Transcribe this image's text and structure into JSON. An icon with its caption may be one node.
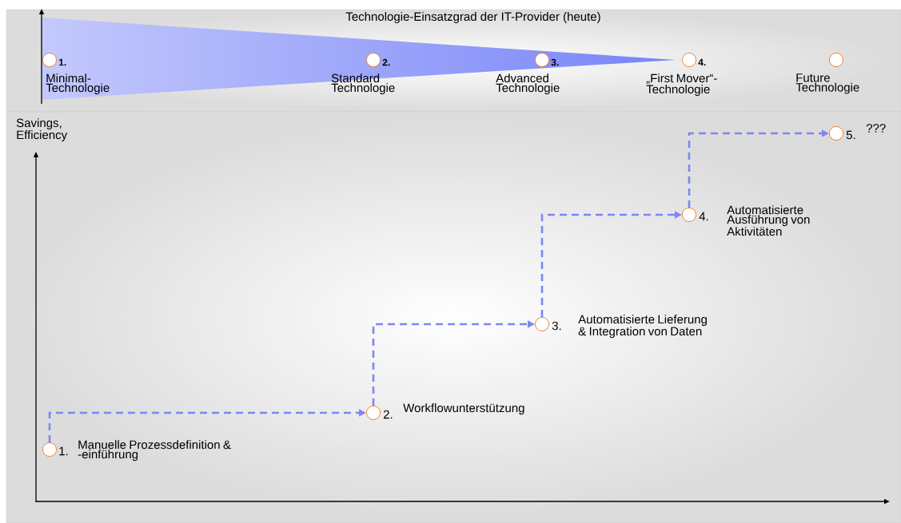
{
  "diagram": {
    "nodes": [
      {
        "text": [],
        "shape": "circle",
        "beside": [
          "1.",
          "Minimal- Technologie"
        ]
      },
      {
        "text": [],
        "shape": "circle",
        "beside": [
          "2.",
          "Standard Technologie"
        ]
      },
      {
        "text": [],
        "shape": "circle",
        "beside": [
          "3.",
          "Advanced Technologie"
        ]
      },
      {
        "text": [],
        "shape": "circle",
        "beside": [
          "4.",
          "„First Mover“- Technologie"
        ]
      },
      {
        "text": [],
        "shape": "circle",
        "beside": [
          "Future Technologie"
        ]
      },
      {
        "text": [],
        "shape": "circle",
        "beside": [
          "1.",
          "Manuelle Prozessdefinition & -einführung"
        ]
      },
      {
        "text": [],
        "shape": "circle",
        "beside": [
          "2.",
          "Workflowunterstützung"
        ]
      },
      {
        "text": [],
        "shape": "circle",
        "beside": [
          "3.",
          "Automatisierte Lieferung & Integration von Daten"
        ]
      },
      {
        "text": [],
        "shape": "circle",
        "beside": [
          "4.",
          "Automatisierte Ausführung von Aktivitäten"
        ]
      },
      {
        "text": [],
        "shape": "circle",
        "beside": [
          "5.",
          "???"
        ]
      }
    ],
    "edges": [
      {
        "from": 5,
        "to": 6,
        "arrow": "to",
        "style": "dashed"
      },
      {
        "from": 6,
        "to": 7,
        "arrow": "to",
        "style": "dashed"
      },
      {
        "from": 7,
        "to": 8,
        "arrow": "to",
        "style": "dashed"
      },
      {
        "from": 8,
        "to": 9,
        "arrow": "to",
        "style": "dashed"
      }
    ],
    "labels": [
      "Technologie-Einsatzgrad der IT-Provider (heute)",
      "Savings, Efficiency"
    ]
  }
}
